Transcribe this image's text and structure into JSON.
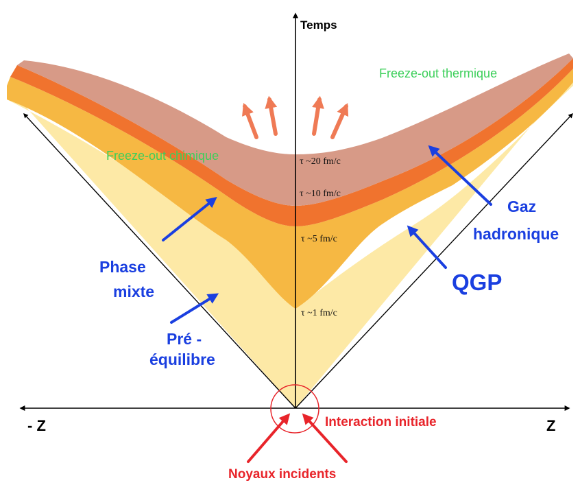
{
  "axes": {
    "time_label": "Temps",
    "left_label": "- Z",
    "right_label": "Z"
  },
  "times": [
    "τ ~20 fm/c",
    "τ ~10 fm/c",
    "τ ~5 fm/c",
    "τ ~1 fm/c"
  ],
  "regions": {
    "freeze_thermal": "Freeze-out thermique",
    "freeze_chemical": "Freeze-out chimique",
    "gas_line1": "Gaz",
    "gas_line2": "hadronique",
    "qgp": "QGP",
    "phase_line1": "Phase",
    "phase_line2": "mixte",
    "pre_line1": "Pré -",
    "pre_line2": "équilibre"
  },
  "interaction": {
    "initial": "Interaction initiale",
    "incident": "Noyaux incidents"
  },
  "colors": {
    "pre_equilibrium": "#fde9a6",
    "qgp": "#f6b843",
    "mixed": "#f0732e",
    "hadron_gas": "#d79a87",
    "blue_text": "#1a3fe0",
    "green_text": "#3ccf5a",
    "red_text": "#e8242a"
  }
}
